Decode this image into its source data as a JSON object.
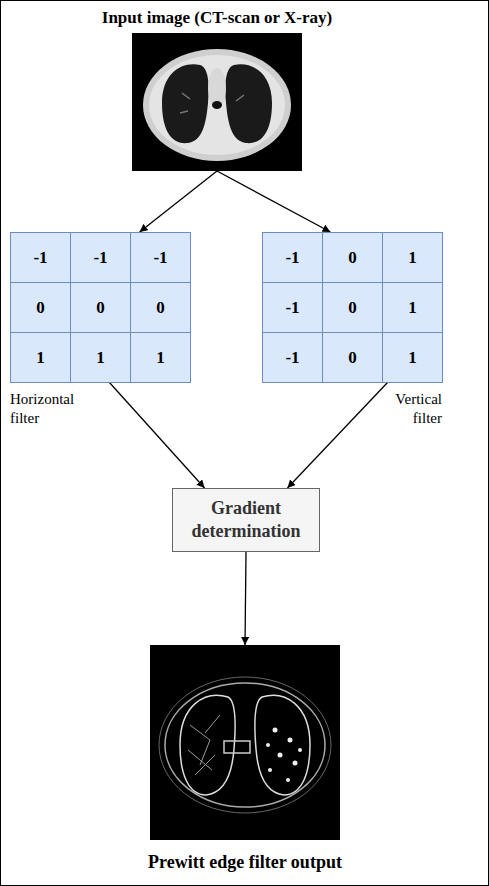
{
  "diagram": {
    "nodes": [
      {
        "text": [
          "Input image (CT-scan or X-ray)"
        ]
      },
      {
        "text": [
          "Horizontal filter"
        ]
      },
      {
        "text": [
          "-1"
        ],
        "in": 1
      },
      {
        "text": [
          "-1"
        ],
        "in": 1
      },
      {
        "text": [
          "-1"
        ],
        "in": 1
      },
      {
        "text": [
          "0"
        ],
        "in": 1
      },
      {
        "text": [
          "0"
        ],
        "in": 1
      },
      {
        "text": [
          "0"
        ],
        "in": 1
      },
      {
        "text": [
          "1"
        ],
        "in": 1
      },
      {
        "text": [
          "1"
        ],
        "in": 1
      },
      {
        "text": [
          "1"
        ],
        "in": 1
      },
      {
        "text": [
          "Vertical filter"
        ]
      },
      {
        "text": [
          "-1"
        ],
        "in": 11
      },
      {
        "text": [
          "0"
        ],
        "in": 11
      },
      {
        "text": [
          "1"
        ],
        "in": 11
      },
      {
        "text": [
          "-1"
        ],
        "in": 11
      },
      {
        "text": [
          "0"
        ],
        "in": 11
      },
      {
        "text": [
          "1"
        ],
        "in": 11
      },
      {
        "text": [
          "-1"
        ],
        "in": 11
      },
      {
        "text": [
          "0"
        ],
        "in": 11
      },
      {
        "text": [
          "1"
        ],
        "in": 11
      },
      {
        "text": [
          "Gradient determination"
        ]
      },
      {
        "text": [
          "Prewitt edge filter output"
        ]
      }
    ],
    "edges": [
      {
        "from": 0,
        "to": 1,
        "arrow": "to"
      },
      {
        "from": 0,
        "to": 11,
        "arrow": "to"
      },
      {
        "from": 1,
        "to": 21,
        "arrow": "to"
      },
      {
        "from": 11,
        "to": 21,
        "arrow": "to"
      },
      {
        "from": 21,
        "to": 22,
        "arrow": "to"
      }
    ]
  }
}
